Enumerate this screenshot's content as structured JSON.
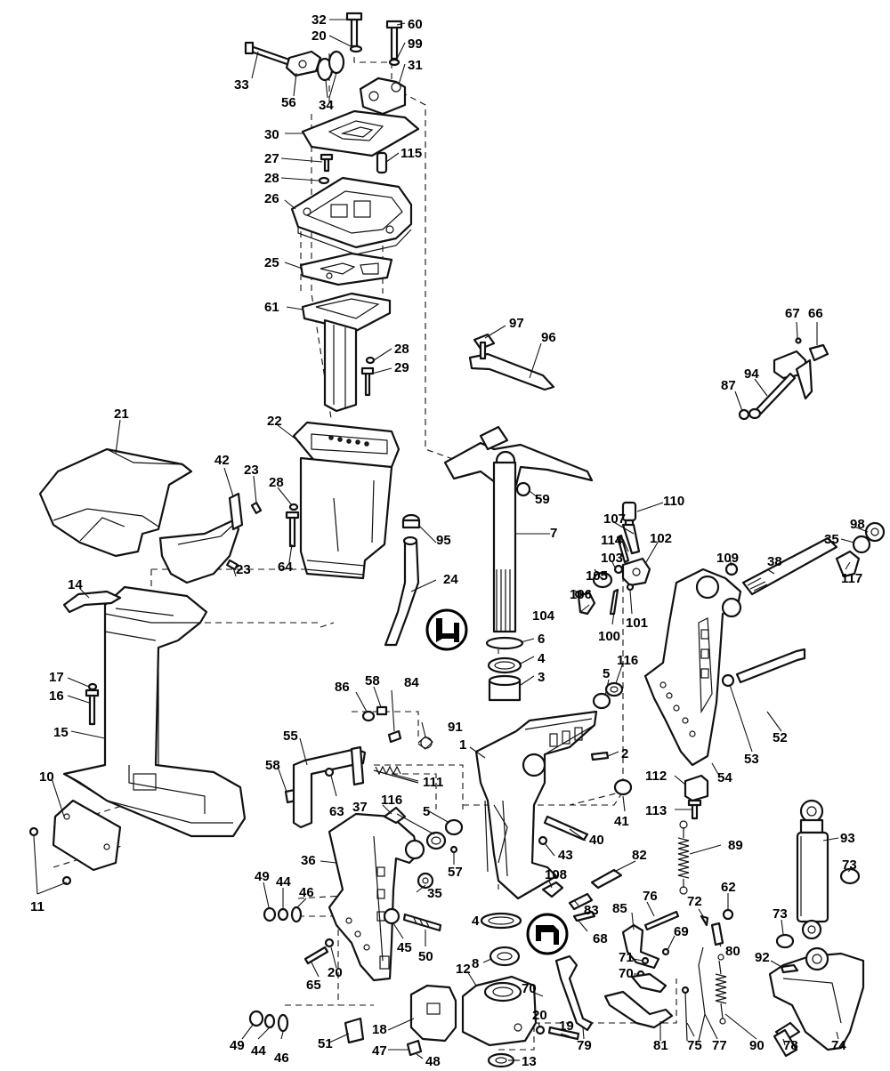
{
  "labels": [
    {
      "id": "32",
      "text": "32"
    },
    {
      "id": "20a",
      "text": "20"
    },
    {
      "id": "60",
      "text": "60"
    },
    {
      "id": "99",
      "text": "99"
    },
    {
      "id": "31",
      "text": "31"
    },
    {
      "id": "33",
      "text": "33"
    },
    {
      "id": "56",
      "text": "56"
    },
    {
      "id": "34",
      "text": "34"
    },
    {
      "id": "30",
      "text": "30"
    },
    {
      "id": "27",
      "text": "27"
    },
    {
      "id": "28a",
      "text": "28"
    },
    {
      "id": "115",
      "text": "115"
    },
    {
      "id": "26",
      "text": "26"
    },
    {
      "id": "25",
      "text": "25"
    },
    {
      "id": "61",
      "text": "61"
    },
    {
      "id": "28b",
      "text": "28"
    },
    {
      "id": "29",
      "text": "29"
    },
    {
      "id": "97",
      "text": "97"
    },
    {
      "id": "96",
      "text": "96"
    },
    {
      "id": "67",
      "text": "67"
    },
    {
      "id": "66",
      "text": "66"
    },
    {
      "id": "94",
      "text": "94"
    },
    {
      "id": "87",
      "text": "87"
    },
    {
      "id": "21",
      "text": "21"
    },
    {
      "id": "22",
      "text": "22"
    },
    {
      "id": "42",
      "text": "42"
    },
    {
      "id": "23a",
      "text": "23"
    },
    {
      "id": "28c",
      "text": "28"
    },
    {
      "id": "59",
      "text": "59"
    },
    {
      "id": "110",
      "text": "110"
    },
    {
      "id": "107",
      "text": "107"
    },
    {
      "id": "95",
      "text": "95"
    },
    {
      "id": "7",
      "text": "7"
    },
    {
      "id": "114",
      "text": "114"
    },
    {
      "id": "102",
      "text": "102"
    },
    {
      "id": "98",
      "text": "98"
    },
    {
      "id": "35a",
      "text": "35"
    },
    {
      "id": "109",
      "text": "109"
    },
    {
      "id": "38",
      "text": "38"
    },
    {
      "id": "117",
      "text": "117"
    },
    {
      "id": "64",
      "text": "64"
    },
    {
      "id": "23b",
      "text": "23"
    },
    {
      "id": "14",
      "text": "14"
    },
    {
      "id": "24",
      "text": "24"
    },
    {
      "id": "103",
      "text": "103"
    },
    {
      "id": "105",
      "text": "105"
    },
    {
      "id": "106",
      "text": "106"
    },
    {
      "id": "104",
      "text": "104"
    },
    {
      "id": "100",
      "text": "100"
    },
    {
      "id": "101",
      "text": "101"
    },
    {
      "id": "6",
      "text": "6"
    },
    {
      "id": "4a",
      "text": "4"
    },
    {
      "id": "3",
      "text": "3"
    },
    {
      "id": "116a",
      "text": "116"
    },
    {
      "id": "5a",
      "text": "5"
    },
    {
      "id": "17",
      "text": "17"
    },
    {
      "id": "16",
      "text": "16"
    },
    {
      "id": "86",
      "text": "86"
    },
    {
      "id": "58a",
      "text": "58"
    },
    {
      "id": "84",
      "text": "84"
    },
    {
      "id": "91",
      "text": "91"
    },
    {
      "id": "15",
      "text": "15"
    },
    {
      "id": "55",
      "text": "55"
    },
    {
      "id": "1",
      "text": "1"
    },
    {
      "id": "2",
      "text": "2"
    },
    {
      "id": "52",
      "text": "52"
    },
    {
      "id": "53",
      "text": "53"
    },
    {
      "id": "54",
      "text": "54"
    },
    {
      "id": "58b",
      "text": "58"
    },
    {
      "id": "111",
      "text": "111"
    },
    {
      "id": "10",
      "text": "10"
    },
    {
      "id": "63",
      "text": "63"
    },
    {
      "id": "37",
      "text": "37"
    },
    {
      "id": "116b",
      "text": "116"
    },
    {
      "id": "112",
      "text": "112"
    },
    {
      "id": "41",
      "text": "41"
    },
    {
      "id": "5b",
      "text": "5"
    },
    {
      "id": "113",
      "text": "113"
    },
    {
      "id": "36",
      "text": "36"
    },
    {
      "id": "57",
      "text": "57"
    },
    {
      "id": "40",
      "text": "40"
    },
    {
      "id": "43",
      "text": "43"
    },
    {
      "id": "89",
      "text": "89"
    },
    {
      "id": "93",
      "text": "93"
    },
    {
      "id": "35b",
      "text": "35"
    },
    {
      "id": "108",
      "text": "108"
    },
    {
      "id": "82",
      "text": "82"
    },
    {
      "id": "73a",
      "text": "73"
    },
    {
      "id": "11",
      "text": "11"
    },
    {
      "id": "49a",
      "text": "49"
    },
    {
      "id": "44a",
      "text": "44"
    },
    {
      "id": "46a",
      "text": "46"
    },
    {
      "id": "76",
      "text": "76"
    },
    {
      "id": "62",
      "text": "62"
    },
    {
      "id": "72",
      "text": "72"
    },
    {
      "id": "83",
      "text": "83"
    },
    {
      "id": "85",
      "text": "85"
    },
    {
      "id": "4b",
      "text": "4"
    },
    {
      "id": "45",
      "text": "45"
    },
    {
      "id": "50",
      "text": "50"
    },
    {
      "id": "68",
      "text": "68"
    },
    {
      "id": "69",
      "text": "69"
    },
    {
      "id": "73b",
      "text": "73"
    },
    {
      "id": "80",
      "text": "80"
    },
    {
      "id": "8",
      "text": "8"
    },
    {
      "id": "71",
      "text": "71"
    },
    {
      "id": "70a",
      "text": "70"
    },
    {
      "id": "92",
      "text": "92"
    },
    {
      "id": "65",
      "text": "65"
    },
    {
      "id": "20b",
      "text": "20"
    },
    {
      "id": "12",
      "text": "12"
    },
    {
      "id": "70b",
      "text": "70"
    },
    {
      "id": "49b",
      "text": "49"
    },
    {
      "id": "44b",
      "text": "44"
    },
    {
      "id": "46b",
      "text": "46"
    },
    {
      "id": "20c",
      "text": "20"
    },
    {
      "id": "19",
      "text": "19"
    },
    {
      "id": "75",
      "text": "75"
    },
    {
      "id": "77",
      "text": "77"
    },
    {
      "id": "90",
      "text": "90"
    },
    {
      "id": "78",
      "text": "78"
    },
    {
      "id": "74",
      "text": "74"
    },
    {
      "id": "51",
      "text": "51"
    },
    {
      "id": "18",
      "text": "18"
    },
    {
      "id": "79",
      "text": "79"
    },
    {
      "id": "81",
      "text": "81"
    },
    {
      "id": "47",
      "text": "47"
    },
    {
      "id": "48",
      "text": "48"
    },
    {
      "id": "13",
      "text": "13"
    }
  ]
}
